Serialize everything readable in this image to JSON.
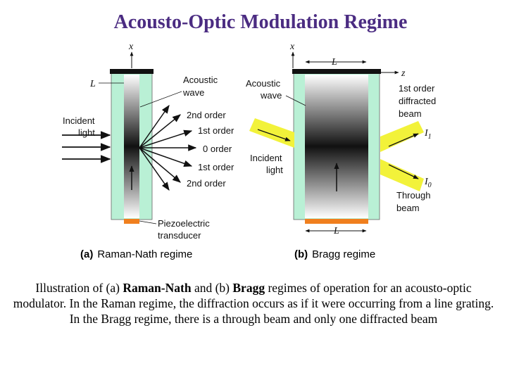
{
  "title": "Acousto-Optic Modulation Regime",
  "diagram": {
    "raman": {
      "axis_x": "x",
      "L": "L",
      "acoustic_wave": [
        "Acoustic",
        "wave"
      ],
      "incident_light": [
        "Incident",
        "light"
      ],
      "orders": [
        "2nd order",
        "1st order",
        "0 order",
        "1st order",
        "2nd order"
      ],
      "transducer": [
        "Piezoelectric",
        "transducer"
      ],
      "panel_tag": "(a)",
      "panel_name": "Raman-Nath regime"
    },
    "bragg": {
      "axis_x": "x",
      "axis_z": "z",
      "L_top": "L",
      "L_bottom": "L",
      "acoustic_wave": [
        "Acoustic",
        "wave"
      ],
      "incident_light": [
        "Incident",
        "light"
      ],
      "diffracted": [
        "1st order",
        "diffracted",
        "beam"
      ],
      "through": [
        "Through",
        "beam"
      ],
      "I1": "I",
      "I1_sub": "1",
      "I0": "I",
      "I0_sub": "0",
      "panel_tag": "(b)",
      "panel_name": "Bragg regime"
    },
    "colors": {
      "medium": "#b9f0d5",
      "beam": "#f2f23a",
      "transducer": "#f07f1e",
      "title": "#4b2c82"
    }
  },
  "caption": {
    "p1": "Illustration of (a) ",
    "raman": "Raman-Nath",
    "p2": " and (b) ",
    "bragg": "Bragg",
    "p3": " regimes of operation for an acousto-optic modulator. In the Raman regime, the diffraction occurs as if it were occurring from a line grating. In the Bragg regime, there is a through beam and only one diffracted beam"
  }
}
